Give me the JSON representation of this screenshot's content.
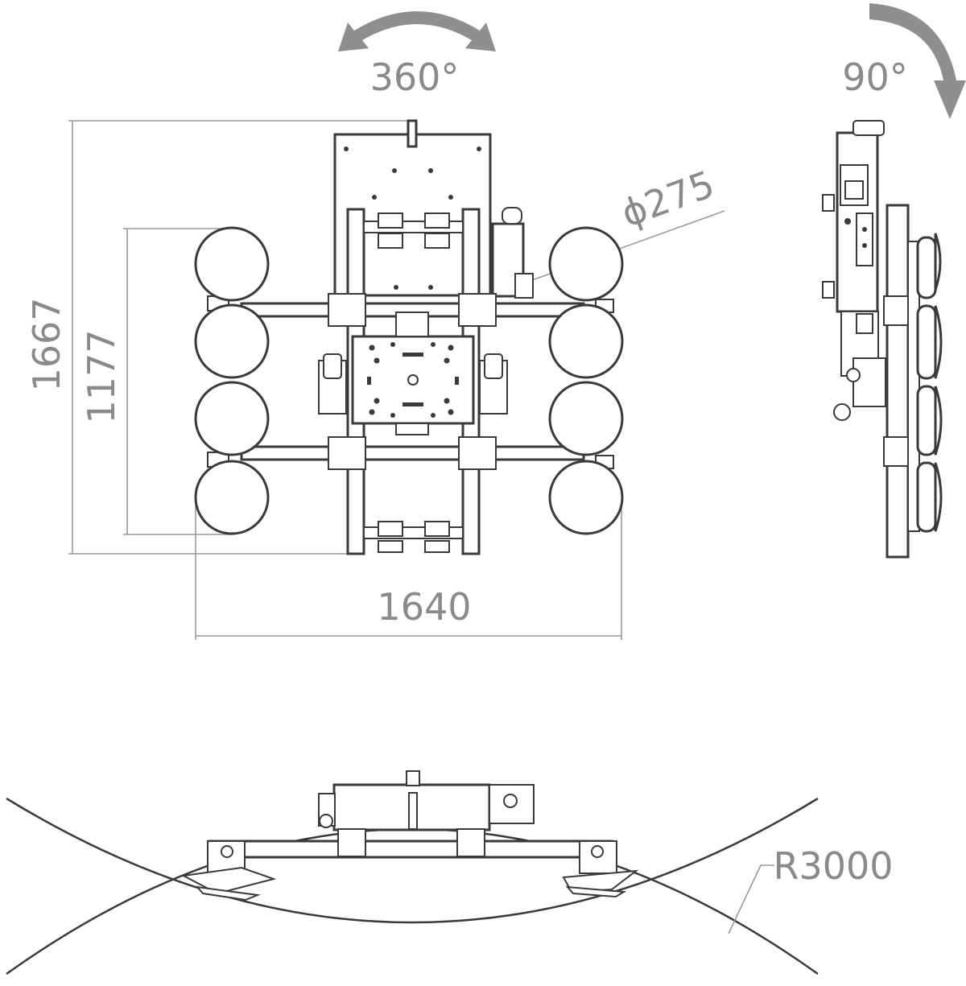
{
  "labels": {
    "rotation_360": "360°",
    "rotation_90": "90°",
    "diameter": "ϕ275",
    "height_total": "1667",
    "height_pads": "1177",
    "width_total": "1640",
    "radius": "R3000"
  },
  "colors": {
    "dimension_gray": "#8a8a8a",
    "line_dark": "#3a3a3a",
    "arrow_gray": "#8f8f8f"
  },
  "suction_pad_count": 8
}
